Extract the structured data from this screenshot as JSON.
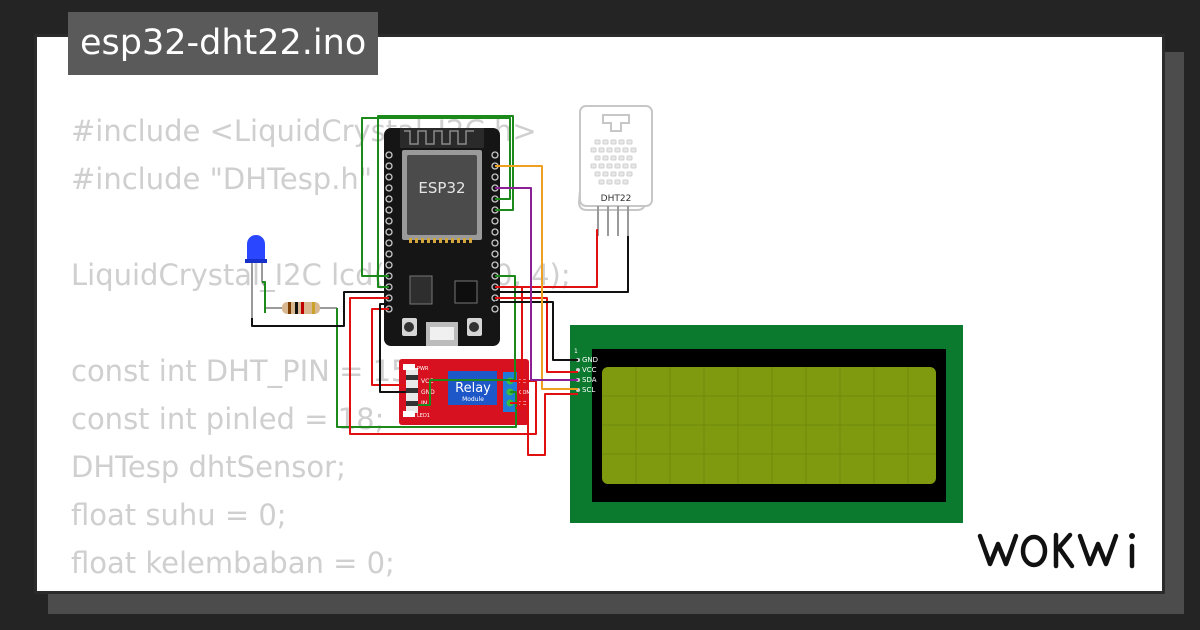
{
  "title": "esp32-dht22.ino",
  "code_lines": [
    "#include <LiquidCrystal_I2C.h>",
    "#include \"DHTesp.h\"",
    "",
    "LiquidCrystal_I2C lcd(0x27, 20, 4);",
    "",
    "const int DHT_PIN = 15;",
    "const int pinled = 18;",
    "DHTesp dhtSensor;",
    "float suhu = 0;",
    "float kelembaban = 0;"
  ],
  "esp32": {
    "label": "ESP32"
  },
  "dht22": {
    "label": "DHT22"
  },
  "relay": {
    "title": "Relay",
    "subtitle": "Module",
    "pins": [
      "VCC",
      "GND",
      "IN"
    ],
    "leds": [
      "PWR",
      "LED1"
    ],
    "terminals": [
      "NC",
      "COM",
      "NO"
    ]
  },
  "lcd": {
    "pin1": "1",
    "pins": [
      "GND",
      "VCC",
      "SDA",
      "SCL"
    ]
  },
  "brand": {
    "logo_text": "WOKWi"
  },
  "colors": {
    "background": "#242424",
    "card": "#ffffff",
    "code_text": "#cfcfcf",
    "pcb_board": "#151515",
    "relay_board": "#d7111f",
    "lcd_board": "#0b7a2e",
    "lcd_screen": "#7f9a0f",
    "wire_green": "#1b8a1b",
    "wire_red": "#e01010",
    "wire_black": "#111111",
    "wire_orange": "#f0a020",
    "wire_purple": "#8a1f96",
    "led_blue": "#1f3cff"
  }
}
